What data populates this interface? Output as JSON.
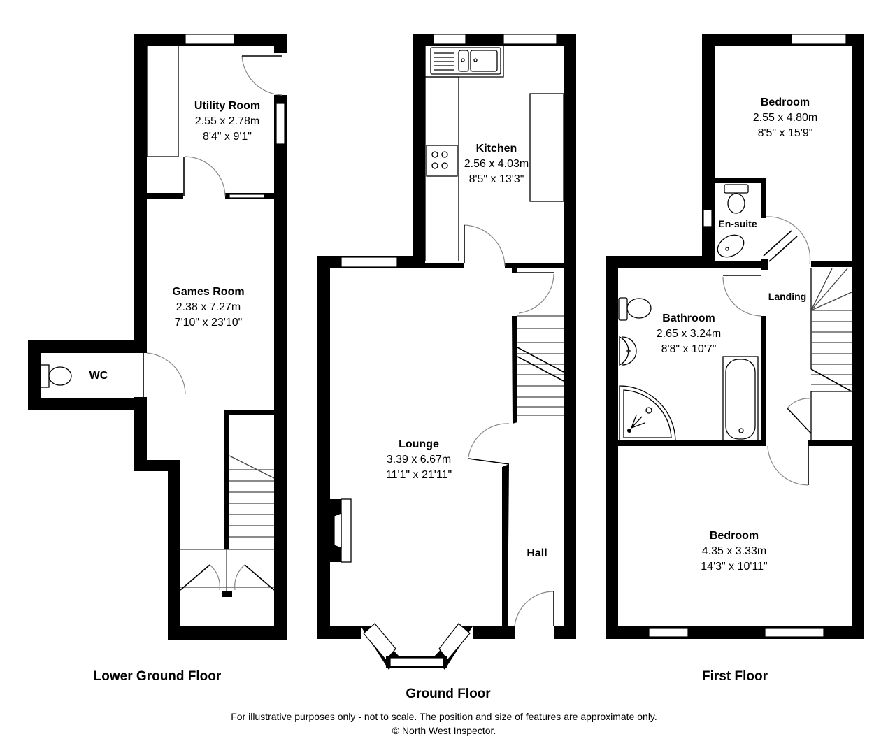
{
  "floors": {
    "lower_ground": {
      "title": "Lower Ground Floor",
      "rooms": {
        "utility": {
          "name": "Utility Room",
          "metric": "2.55 x 2.78m",
          "imperial": "8'4\" x 9'1\""
        },
        "games": {
          "name": "Games Room",
          "metric": "2.38 x 7.27m",
          "imperial": "7'10\" x 23'10\""
        },
        "wc": {
          "name": "WC"
        }
      }
    },
    "ground": {
      "title": "Ground Floor",
      "rooms": {
        "kitchen": {
          "name": "Kitchen",
          "metric": "2.56 x 4.03m",
          "imperial": "8'5\" x 13'3\""
        },
        "lounge": {
          "name": "Lounge",
          "metric": "3.39 x 6.67m",
          "imperial": "11'1\" x 21'11\""
        },
        "hall": {
          "name": "Hall"
        }
      }
    },
    "first": {
      "title": "First Floor",
      "rooms": {
        "bedroom_rear": {
          "name": "Bedroom",
          "metric": "2.55 x 4.80m",
          "imperial": "8'5\" x 15'9\""
        },
        "ensuite": {
          "name": "En-suite"
        },
        "landing": {
          "name": "Landing"
        },
        "bathroom": {
          "name": "Bathroom",
          "metric": "2.65 x 3.24m",
          "imperial": "8'8\" x 10'7\""
        },
        "bedroom_front": {
          "name": "Bedroom",
          "metric": "4.35 x 3.33m",
          "imperial": "14'3\" x 10'11\""
        }
      }
    }
  },
  "footer": {
    "disclaimer": "For illustrative purposes only - not to scale. The position and size of features are approximate only.",
    "copyright": "© North West Inspector."
  },
  "colors": {
    "wall": "#000000",
    "background": "#ffffff",
    "door_arc": "#888888"
  }
}
